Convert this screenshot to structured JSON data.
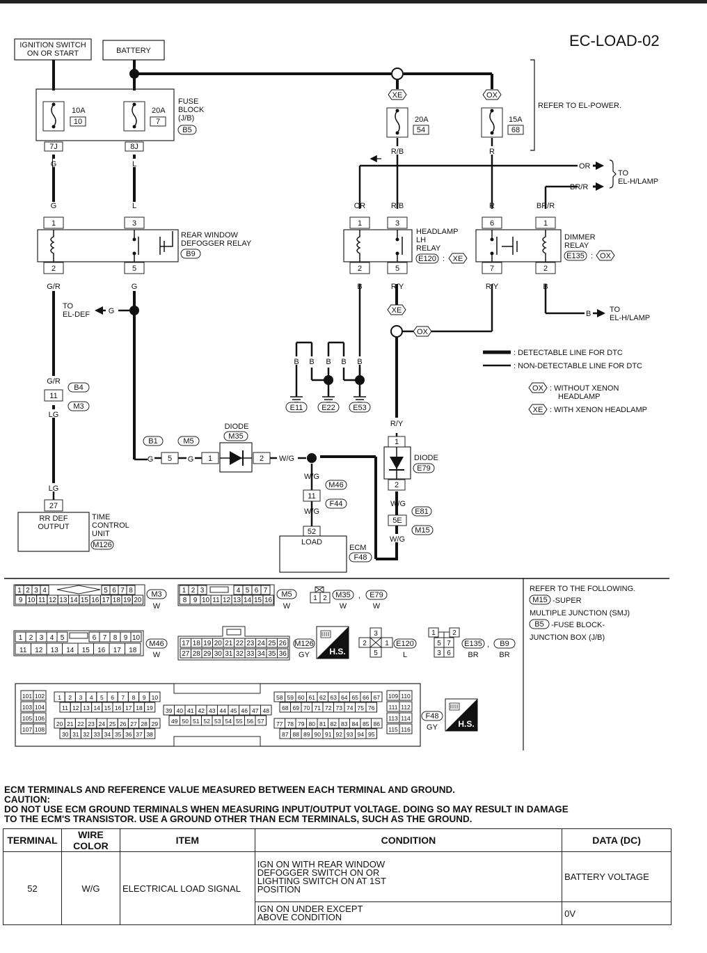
{
  "page_id": "EC-LOAD-02",
  "boxes": {
    "ignition_line1": "IGNITION SWITCH",
    "ignition_line2": "ON OR START",
    "battery": "BATTERY",
    "rr_def_line1": "RR DEF",
    "rr_def_line2": "OUTPUT",
    "load": "LOAD",
    "load_pin": "52"
  },
  "fuse_block": {
    "label": [
      "FUSE",
      "BLOCK",
      "(J/B)"
    ],
    "connector": "B5",
    "fuses": [
      {
        "amp": "10A",
        "num": "10",
        "pin": "7J",
        "wire": "G"
      },
      {
        "amp": "20A",
        "num": "7",
        "pin": "8J",
        "wire": "L"
      }
    ]
  },
  "xenon_fuses": [
    {
      "option": "XE",
      "amp": "20A",
      "num": "54",
      "wire": "R/B"
    },
    {
      "option": "OX",
      "amp": "15A",
      "num": "68",
      "wire": "R"
    }
  ],
  "refer_power": "REFER TO EL-POWER.",
  "to_hlamp": {
    "wire_or": "OR",
    "wire_brr": "BR/R",
    "label": [
      "TO",
      "EL-H/LAMP"
    ]
  },
  "rear_defogger_relay": {
    "label": [
      "REAR WINDOW",
      "DEFOGGER RELAY"
    ],
    "connector": "B9",
    "wires_top": [
      "G",
      "L"
    ],
    "pins_top": [
      "1",
      "3"
    ],
    "pins_bottom": [
      "2",
      "5"
    ],
    "wires_bottom": [
      "G/R",
      "G"
    ]
  },
  "to_el_def": {
    "label": [
      "TO",
      "EL-DEF"
    ],
    "wire": "G"
  },
  "headlamp_relay": {
    "label": [
      "HEADLAMP",
      "LH",
      "RELAY"
    ],
    "connector": "E120",
    "option": "XE",
    "wires_top": [
      "OR",
      "R/B"
    ],
    "pins_top": [
      "1",
      "3"
    ],
    "pins_bottom": [
      "2",
      "5"
    ],
    "wires_bottom": [
      "B",
      "R/Y"
    ]
  },
  "dimmer_relay": {
    "label": [
      "DIMMER",
      "RELAY"
    ],
    "connector": "E135",
    "option": "OX",
    "wires_top": [
      "R",
      "BR/R"
    ],
    "pins_top": [
      "6",
      "1"
    ],
    "pins_bottom": [
      "7",
      "2"
    ],
    "wires_bottom": [
      "R/Y",
      "B"
    ]
  },
  "to_hlamp_b": {
    "wire": "B",
    "label": [
      "TO",
      "EL-H/LAMP"
    ]
  },
  "junction_options": {
    "xe": "XE",
    "ox": "OX"
  },
  "legend": {
    "detectable": ": DETECTABLE LINE FOR DTC",
    "non_detectable": ": NON-DETECTABLE LINE FOR DTC",
    "ox_icon": "OX",
    "ox_line1": ": WITHOUT XENON",
    "ox_line2": "HEADLAMP",
    "xe_icon": "XE",
    "xe_text": ": WITH XENON HEADLAMP"
  },
  "grounds": {
    "wires": [
      "B",
      "B",
      "B",
      "B",
      "B"
    ],
    "connectors": [
      "E11",
      "E22",
      "E53"
    ]
  },
  "left_harness": {
    "wire_top": "G/R",
    "pin": "11",
    "connectors": [
      "B4",
      "M3"
    ],
    "wire_bottom": "LG",
    "wire_lg": "LG",
    "tcu_pin": "27"
  },
  "tcu": {
    "label": [
      "TIME",
      "CONTROL",
      "UNIT"
    ],
    "connector": "M126"
  },
  "mid_harness": {
    "connectors": [
      "B1",
      "M5"
    ],
    "wire_g1": "G",
    "pin": "5",
    "wire_g2": "G",
    "diode_label": "DIODE",
    "diode_connector": "M35",
    "diode_pins": [
      "1",
      "2"
    ],
    "wire_wg": "W/G"
  },
  "load_harness": {
    "wire1": "W/G",
    "pin": "11",
    "connectors": [
      "M46",
      "F44"
    ],
    "wire2": "W/G"
  },
  "ecm": {
    "label": "ECM",
    "connector": "F48"
  },
  "right_diode": {
    "wire_top": "R/Y",
    "pins": [
      "1",
      "2"
    ],
    "label": "DIODE",
    "connector": "E79",
    "wire_bottom": "W/G",
    "junction_pin": "5E",
    "junction_connectors": [
      "E81",
      "M15"
    ],
    "wire_ecm": "W/G"
  },
  "connector_views": {
    "m3": {
      "row1a": [
        "1",
        "2",
        "3",
        "4"
      ],
      "row1b": [
        "5",
        "6",
        "7",
        "8"
      ],
      "row2": [
        "9",
        "10",
        "11",
        "12",
        "13",
        "14",
        "15",
        "16",
        "17",
        "18",
        "19",
        "20"
      ],
      "name": "M3",
      "color": "W"
    },
    "m5": {
      "row1a": [
        "1",
        "2",
        "3"
      ],
      "row1b": [
        "4",
        "5",
        "6",
        "7"
      ],
      "row2": [
        "8",
        "9",
        "10",
        "11",
        "12",
        "13",
        "14",
        "15",
        "16"
      ],
      "name": "M5",
      "color": "W"
    },
    "m35": {
      "pins": [
        "1",
        "2"
      ],
      "names": [
        "M35",
        "E79"
      ],
      "sep": ",",
      "colors": [
        "W",
        "W"
      ]
    },
    "m46": {
      "row1a": [
        "1",
        "2",
        "3",
        "4",
        "5"
      ],
      "row1b": [
        "6",
        "7",
        "8",
        "9",
        "10"
      ],
      "row2": [
        "11",
        "12",
        "13",
        "14",
        "15",
        "16",
        "17",
        "18"
      ],
      "name": "M46",
      "color": "W"
    },
    "m126": {
      "row1": [
        "17",
        "18",
        "19",
        "20",
        "21",
        "22",
        "23",
        "24",
        "25",
        "26"
      ],
      "row2": [
        "27",
        "28",
        "29",
        "30",
        "31",
        "32",
        "33",
        "34",
        "35",
        "36"
      ],
      "name": "M126",
      "color": "GY",
      "hs": "H.S."
    },
    "e120": {
      "pins": [
        "3",
        "2",
        "1",
        "5"
      ],
      "name": "E120",
      "color": "L"
    },
    "e135": {
      "pins": [
        "1",
        "2",
        "5",
        "7",
        "3",
        "6"
      ],
      "names": [
        "E135",
        "B9"
      ],
      "sep": ",",
      "colors": [
        "BR",
        "BR"
      ]
    },
    "f48": {
      "name": "F48",
      "color": "GY",
      "hs": "H.S."
    }
  },
  "refer_following": {
    "title": "REFER TO THE FOLLOWING.",
    "m15_code": "M15",
    "m15_text": "-SUPER",
    "m15_line2": "MULTIPLE JUNCTION (SMJ)",
    "b5_code": "B5",
    "b5_text": "-FUSE BLOCK-",
    "b5_line2": "JUNCTION BOX (J/B)"
  },
  "info_lines": [
    "ECM TERMINALS AND REFERENCE VALUE MEASURED BETWEEN EACH TERMINAL AND GROUND.",
    "CAUTION:",
    "DO NOT USE ECM GROUND TERMINALS WHEN MEASURING INPUT/OUTPUT VOLTAGE. DOING SO MAY RESULT IN  DAMAGE",
    "TO THE  ECM'S TRANSISTOR. USE A GROUND OTHER THAN ECM TERMINALS, SUCH AS THE GROUND."
  ],
  "table": {
    "headers": [
      "TERMINAL",
      "WIRE COLOR",
      "ITEM",
      "CONDITION",
      "DATA (DC)"
    ],
    "terminal": "52",
    "wire_color": "W/G",
    "item": "ELECTRICAL LOAD SIGNAL",
    "rows": [
      {
        "condition": [
          "IGN ON WITH REAR WINDOW",
          "DEFOGGER SWITCH ON OR",
          "LIGHTING SWITCH ON AT 1ST",
          "POSITION"
        ],
        "data": "BATTERY VOLTAGE"
      },
      {
        "condition": [
          "IGN ON UNDER EXCEPT",
          "ABOVE CONDITION"
        ],
        "data": "0V"
      }
    ]
  }
}
